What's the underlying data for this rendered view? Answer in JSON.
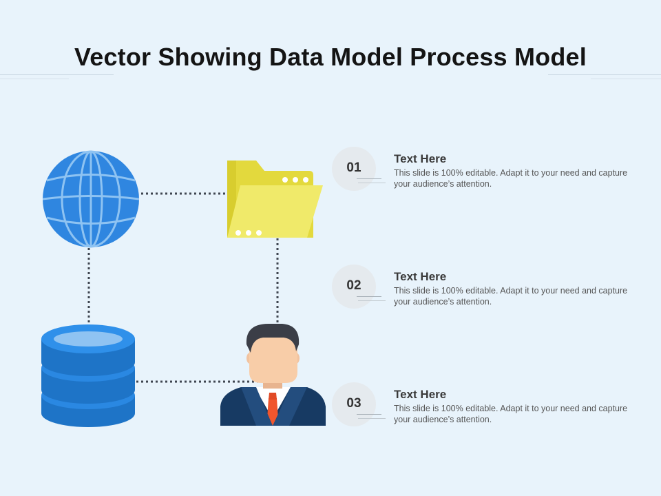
{
  "title": "Vector Showing Data Model Process Model",
  "icons": [
    "globe-icon",
    "folder-icon",
    "database-icon",
    "person-icon"
  ],
  "colors": {
    "background": "#e8f3fb",
    "blue": "#2f86e0",
    "folder": "#f0ea6a",
    "suit": "#173a63"
  },
  "items": [
    {
      "number": "01",
      "heading": "Text Here",
      "text": "This slide is 100% editable. Adapt it to your need and capture your audience’s attention."
    },
    {
      "number": "02",
      "heading": "Text Here",
      "text": "This slide is 100% editable. Adapt it to your need and capture your audience’s attention."
    },
    {
      "number": "03",
      "heading": "Text Here",
      "text": "This slide is 100% editable. Adapt it to your need and capture your audience’s attention."
    }
  ]
}
